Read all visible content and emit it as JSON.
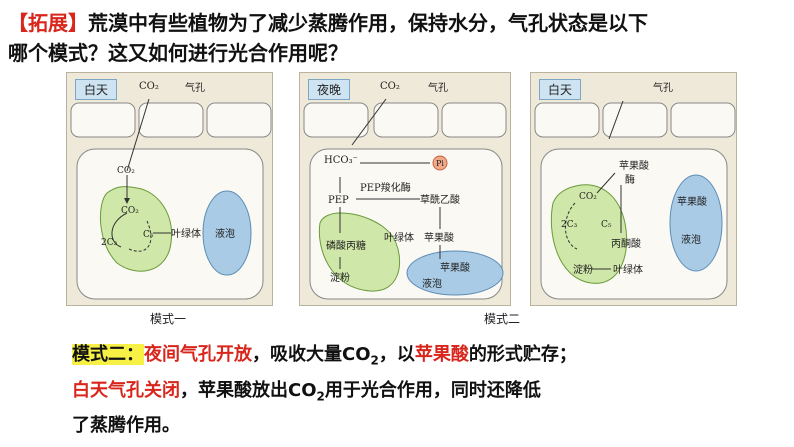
{
  "header": {
    "tag": "【拓展】",
    "line1": "荒漠中有些植物为了减少蒸腾作用，保持水分，气孔状态是以下",
    "line2": "哪个模式？这又如何进行光合作用呢？"
  },
  "panels": [
    {
      "label": "白天",
      "co2": "CO₂",
      "stoma": "气孔",
      "co2_in": "CO₂",
      "c5": "C₅",
      "c3": "2C₃",
      "co2_cycle": "CO₂",
      "chloroplast": "叶绿体",
      "vacuole": "液泡"
    },
    {
      "label": "夜晚",
      "co2": "CO₂",
      "stoma": "气孔",
      "hco3": "HCO₃⁻",
      "pi": "Pi",
      "pep_enzyme": "PEP羧化酶",
      "pep": "PEP",
      "oxaloacetate": "草酰乙酸",
      "chloroplast": "叶绿体",
      "malate": "苹果酸",
      "malate2": "苹果酸",
      "triose": "磷酸丙糖",
      "starch": "淀粉",
      "vacuole": "液泡"
    },
    {
      "label": "白天",
      "stoma": "气孔",
      "malate": "苹果酸",
      "enzyme": "酶",
      "co2": "CO₂",
      "c5": "C₅",
      "c3": "2C₃",
      "pyruvate": "丙酮酸",
      "starch": "淀粉",
      "chloroplast": "叶绿体",
      "malate_vac": "苹果酸",
      "vacuole": "液泡"
    }
  ],
  "captions": {
    "mode1": "模式一",
    "mode2": "模式二"
  },
  "bottom": {
    "label": "模式二：",
    "red1": "夜间气孔开放",
    "t1": "，吸收大量CO",
    "sub1": "2",
    "t2": "，以",
    "red2": "苹果酸",
    "t3": "的形式贮存；",
    "red3": "白天气孔关闭",
    "t4": "，苹果酸放出CO",
    "sub2": "2",
    "t5": "用于光合作用，同时还降低",
    "t6": "了蒸腾作用。"
  }
}
